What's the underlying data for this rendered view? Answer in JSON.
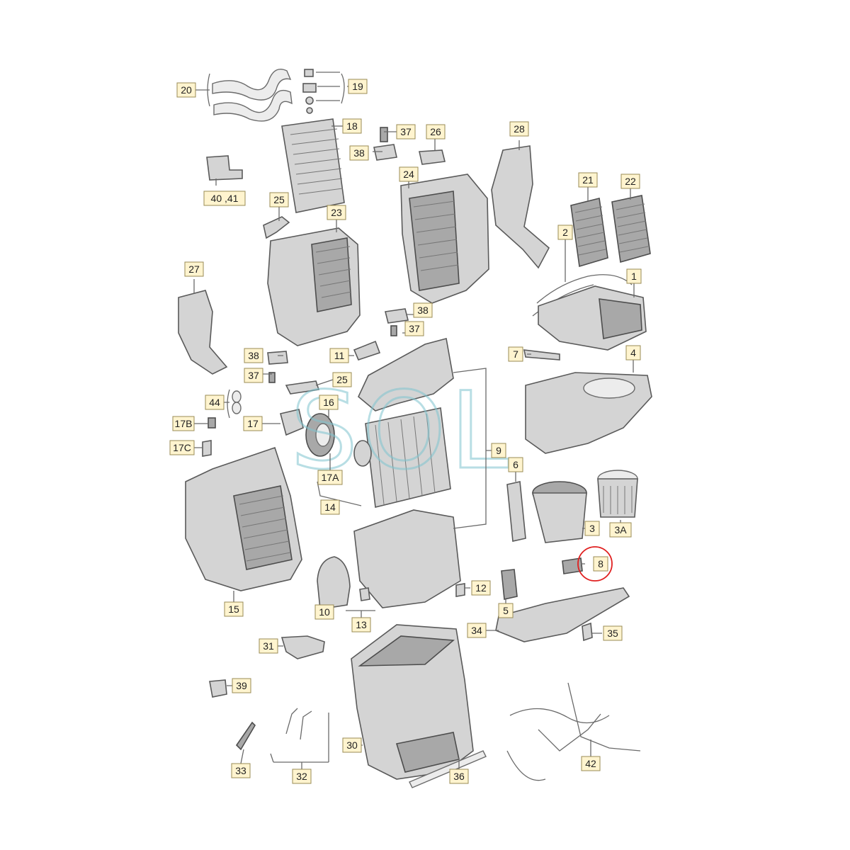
{
  "diagram": {
    "callouts": {
      "c20": "20",
      "c19": "19",
      "c18": "18",
      "c37a": "37",
      "c26": "26",
      "c28": "28",
      "c38a": "38",
      "c24": "24",
      "c21": "21",
      "c22": "22",
      "c4041": "40 ,41",
      "c25a": "25",
      "c23": "23",
      "c27": "27",
      "c2": "2",
      "c1": "1",
      "c38b": "38",
      "c37b": "37",
      "c38c": "38",
      "c11": "11",
      "c7": "7",
      "c37c": "37",
      "c25b": "25",
      "c4": "4",
      "c44": "44",
      "c16": "16",
      "c17": "17",
      "c17b": "17B",
      "c17c": "17C",
      "c9": "9",
      "c6": "6",
      "c17a": "17A",
      "c14": "14",
      "c3": "3",
      "c3a": "3A",
      "c8": "8",
      "c12": "12",
      "c5": "5",
      "c15": "15",
      "c10": "10",
      "c13": "13",
      "c34": "34",
      "c35": "35",
      "c31": "31",
      "c39": "39",
      "c30": "30",
      "c42": "42",
      "c33": "33",
      "c32": "32",
      "c36": "36"
    },
    "watermark": "SOL",
    "highlighted_part": "8",
    "colors": {
      "part_fill": "#d4d4d4",
      "callout_fill": "#fff4cf",
      "highlight": "#e02020",
      "watermark": "#7fc4cf"
    }
  }
}
